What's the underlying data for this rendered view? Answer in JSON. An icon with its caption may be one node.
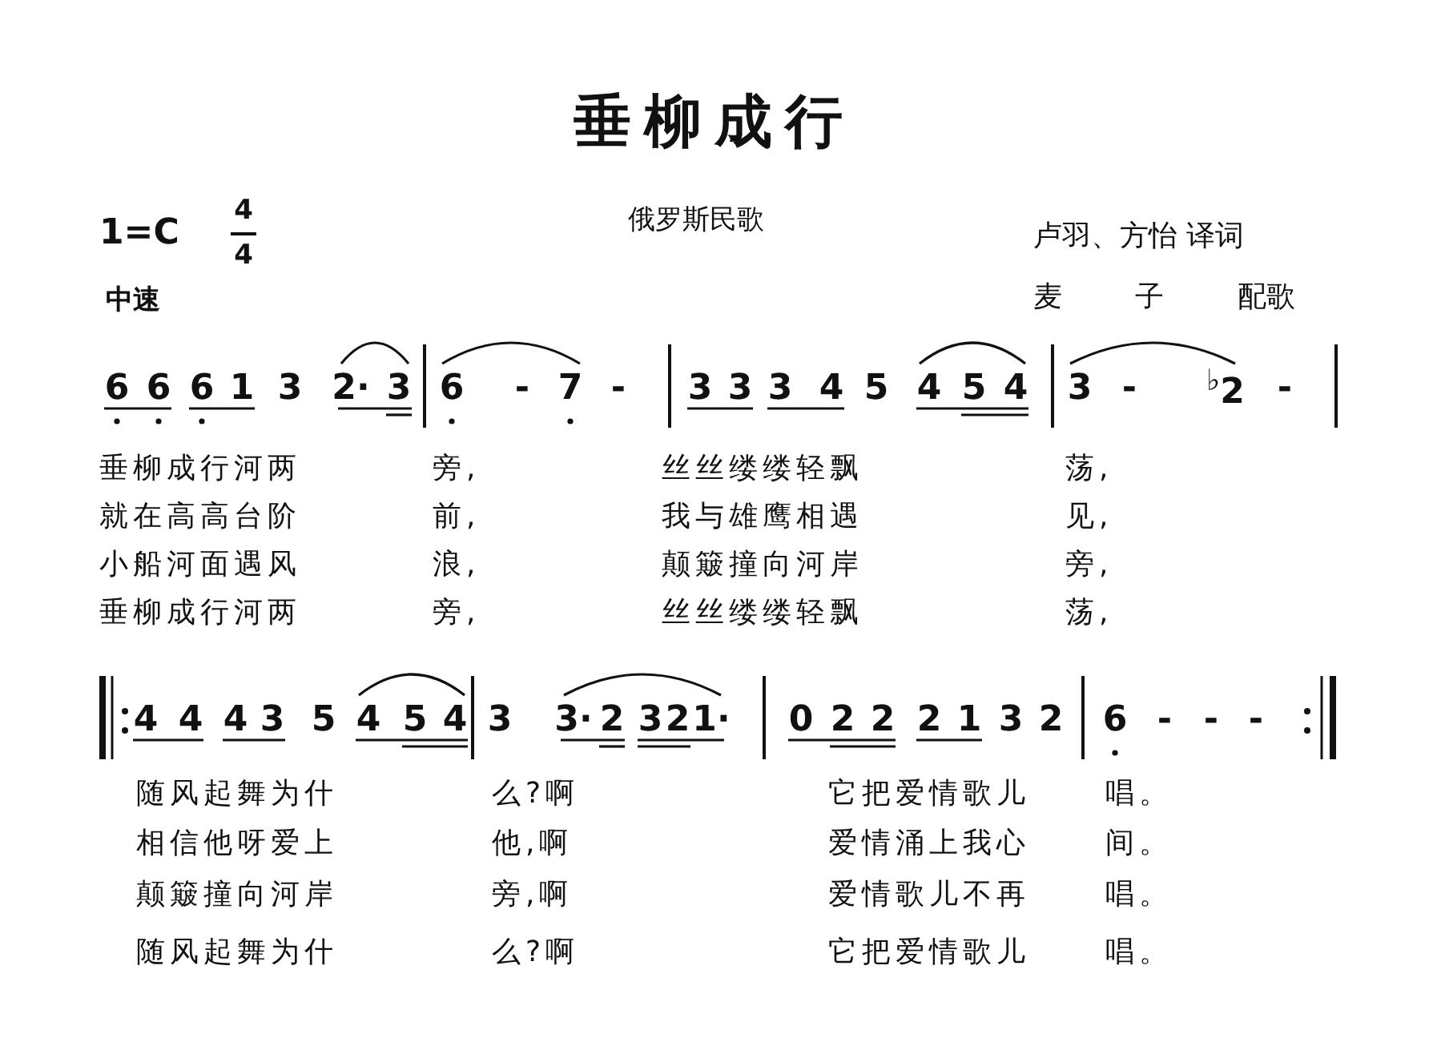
{
  "diagram": {
    "title": "垂柳成行",
    "labels": [
      "1=C",
      "4",
      "4",
      "俄罗斯民歌",
      "卢羽、方怡 译词",
      "中速",
      "麦 子 配歌",
      "6",
      "6",
      "6",
      "1",
      "3",
      "2·",
      "3",
      "6",
      "-",
      "7",
      "-",
      "3",
      "3",
      "3",
      "4",
      "5",
      "4",
      "5",
      "4",
      "3",
      "-",
      "$^{♭}$2",
      "-",
      "垂柳成行河两",
      "旁,",
      "丝丝缕缕轻飘",
      "荡,",
      "就在高高台阶",
      "前,",
      "我与雄鹰相遇",
      "见,",
      "小船河面遇风",
      "浪,",
      "颠簸撞向河岸",
      "旁,",
      "垂柳成行河两",
      "旁,",
      "丝丝缕缕轻飘",
      "荡,",
      "4",
      "4",
      "4",
      "3",
      "5",
      "4",
      "5",
      "4",
      "3",
      "3·",
      "2",
      "3",
      "2",
      "1·",
      "0",
      "2",
      "2",
      "2",
      "1",
      "3",
      "2",
      "6",
      "-",
      "-",
      "-",
      "随风起舞为什",
      "么?啊",
      "它把爱情歌儿",
      "唱。",
      "相信他呀爱上",
      "他,啊",
      "爱情涌上我心",
      "间。",
      "颠簸撞向河岸",
      "旁,啊",
      "爱情歌儿不再",
      "唱。",
      "随风起舞为什",
      "么?啊",
      "它把爱情歌儿",
      "唱。"
    ]
  }
}
